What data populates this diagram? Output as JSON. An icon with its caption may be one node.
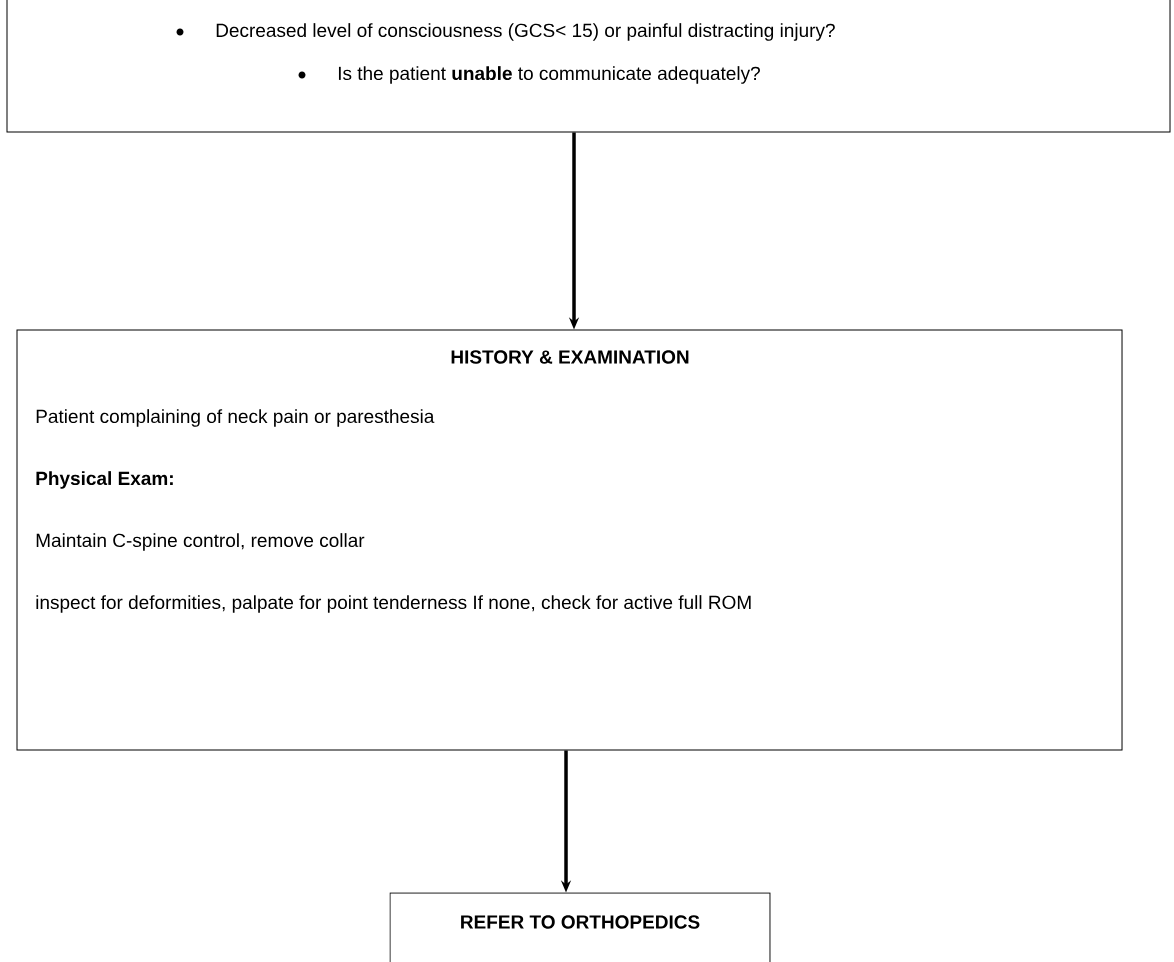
{
  "diagram": {
    "nodes": [
      {
        "text": [
          "Decreased level of consciousness (GCS< 15) or painful distracting injury?",
          "Is the patient **unable** to communicate adequately?"
        ]
      },
      {
        "text": [
          "HISTORY & EXAMINATION",
          "Patient complaining of neck pain or paresthesia",
          "Physical Exam:",
          "Maintain C-spine control, remove collar",
          "inspect for deformities, palpate for point tenderness If none, check for active full ROM"
        ]
      },
      {
        "text": [
          "REFER TO ORTHOPEDICS"
        ]
      }
    ],
    "edges": [
      {
        "from": 0,
        "to": 1,
        "arrow": "to"
      },
      {
        "from": 1,
        "to": 2,
        "arrow": "to"
      }
    ]
  }
}
